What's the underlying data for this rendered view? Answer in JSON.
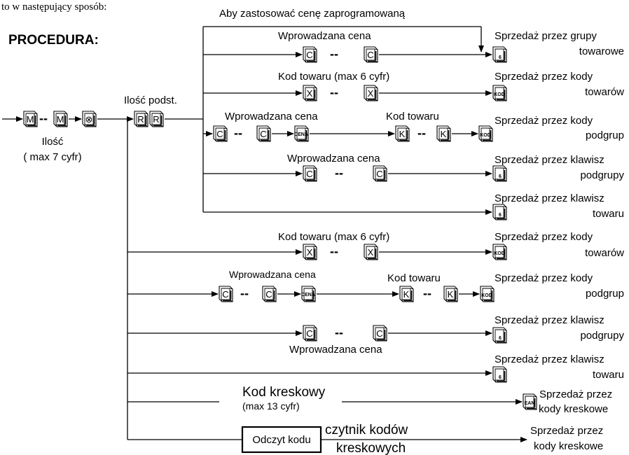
{
  "intro_text": "to w następujący sposób:",
  "procedure_title": "PROCEDURA:",
  "dash": "--",
  "keys": {
    "m": "M",
    "x_circle": "⊗",
    "r": "R",
    "c": "C",
    "x": "X",
    "k": "K",
    "six": "6",
    "kod": "KOD",
    "cena": "CENA",
    "ean": "EAN"
  },
  "labels": {
    "ilosc": "Ilość",
    "max7": "( max 7 cyfr)",
    "ilosc_podst": "Ilość podst.",
    "preprogrammed": "Aby zastosować cenę zaprogramowaną",
    "wprowadzana_cena": "Wprowadzana cena",
    "kod_towaru_max6": "Kod towaru (max 6 cyfr)",
    "kod_towaru": "Kod towaru",
    "kod_kreskowy": "Kod kreskowy",
    "max13": "(max 13 cyfr)",
    "odczyt_kodu": "Odczyt kodu",
    "czytnik_1": "czytnik kodów",
    "czytnik_2": "kreskowych"
  },
  "outcomes": {
    "grupy_1": "Sprzedaż przez grupy",
    "grupy_2": "towarowe",
    "kody_1": "Sprzedaż przez kody",
    "kody_towarow": "towarów",
    "kody_podgrup": "podgrup",
    "klawisz_1": "Sprzedaż przez klawisz",
    "klawisz_podgrupy": "podgrupy",
    "klawisz_towaru": "towaru",
    "ean_1": "Sprzedaż przez",
    "ean_2": "kody kreskowe",
    "scanner_1": "Sprzedaż przez",
    "scanner_2": "kody kreskowe"
  }
}
